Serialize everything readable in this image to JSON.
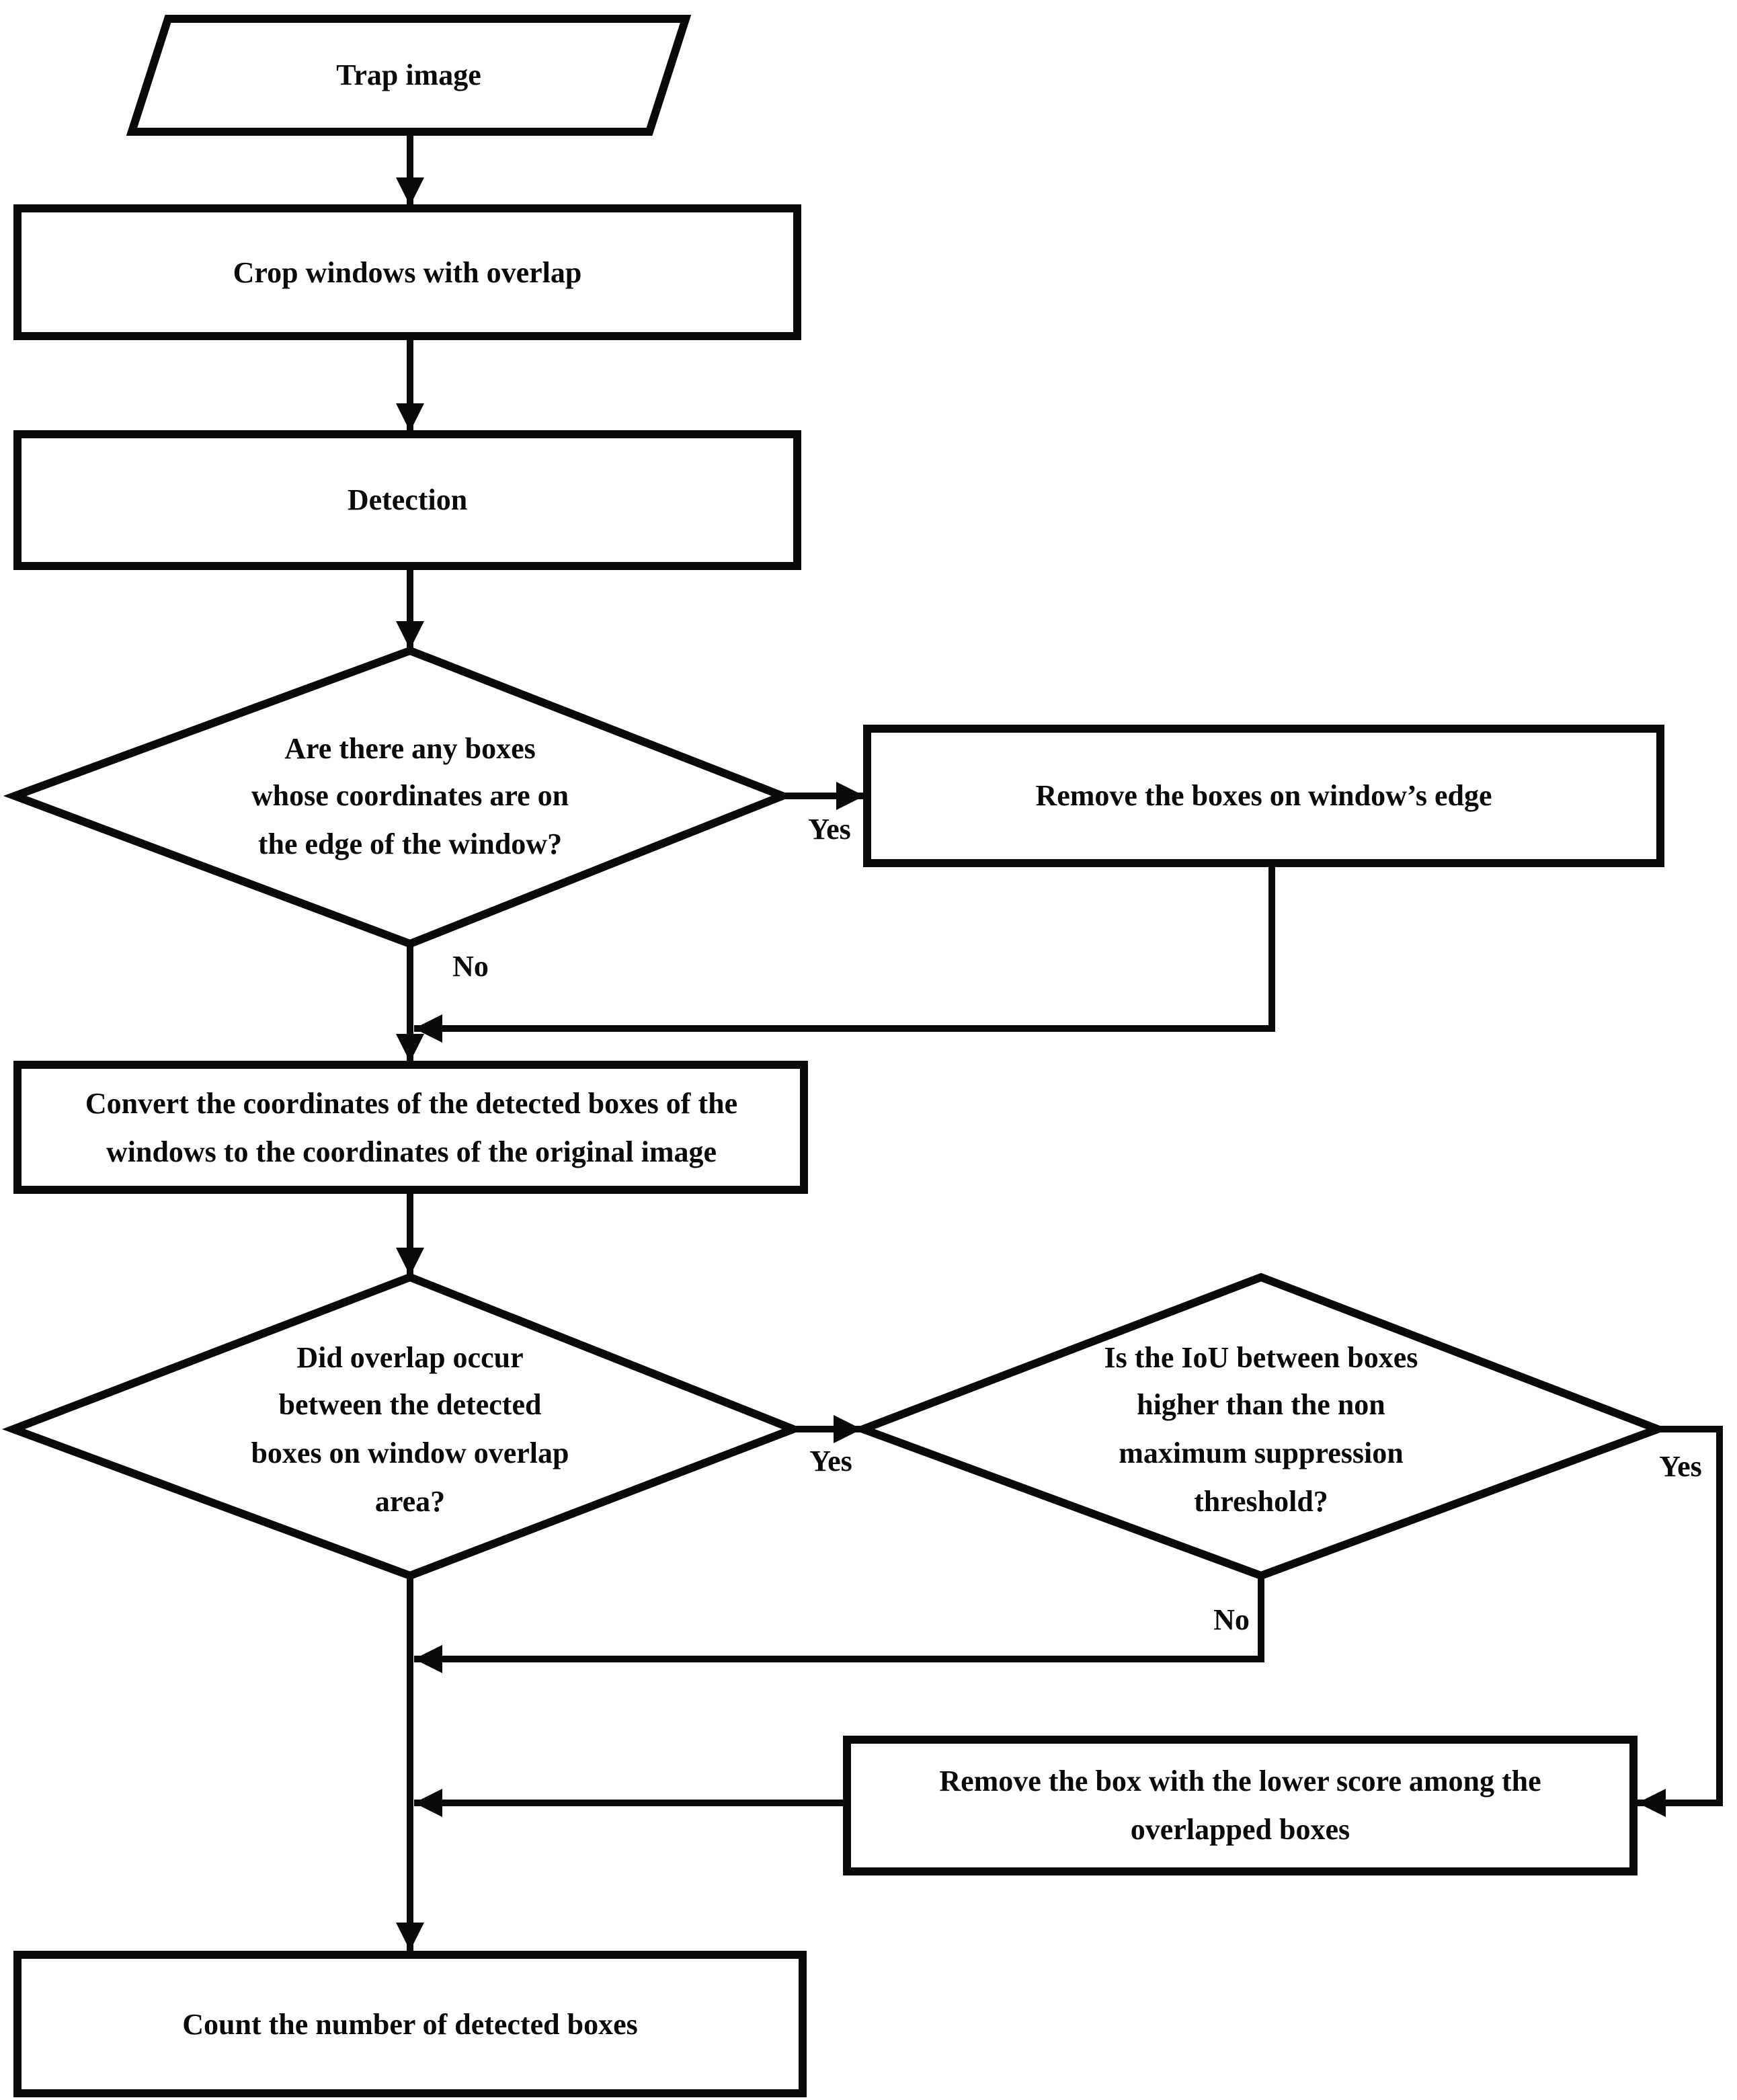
{
  "flowchart": {
    "nodes": {
      "trap_image": {
        "shape": "parallelogram",
        "label": "Trap image"
      },
      "crop_windows": {
        "shape": "rectangle",
        "label": "Crop windows with overlap"
      },
      "detection": {
        "shape": "rectangle",
        "label": "Detection"
      },
      "edge_box_decision": {
        "shape": "diamond",
        "label": "Are there any boxes\nwhose coordinates are on\nthe edge of the window?"
      },
      "remove_edge_boxes": {
        "shape": "rectangle",
        "label": "Remove the boxes on window’s edge"
      },
      "convert_coordinates": {
        "shape": "rectangle",
        "label": "Convert the coordinates of the detected boxes of the\nwindows to the coordinates of the original image"
      },
      "overlap_decision": {
        "shape": "diamond",
        "label": "Did overlap occur\nbetween the detected\nboxes on window overlap\narea?"
      },
      "iou_decision": {
        "shape": "diamond",
        "label": "Is the IoU between boxes\nhigher than the non\nmaximum suppression\nthreshold?"
      },
      "remove_lower_score": {
        "shape": "rectangle",
        "label": "Remove the box with the lower score among the\noverlapped boxes"
      },
      "count_boxes": {
        "shape": "rectangle",
        "label": "Count the number of detected boxes"
      }
    },
    "edge_labels": {
      "edge_box_yes": "Yes",
      "edge_box_no": "No",
      "overlap_yes": "Yes",
      "iou_yes": "Yes",
      "iou_no": "No"
    },
    "colors": {
      "stroke": "#0a0a0a",
      "text": "#0a0a0a",
      "background": "#ffffff"
    }
  }
}
